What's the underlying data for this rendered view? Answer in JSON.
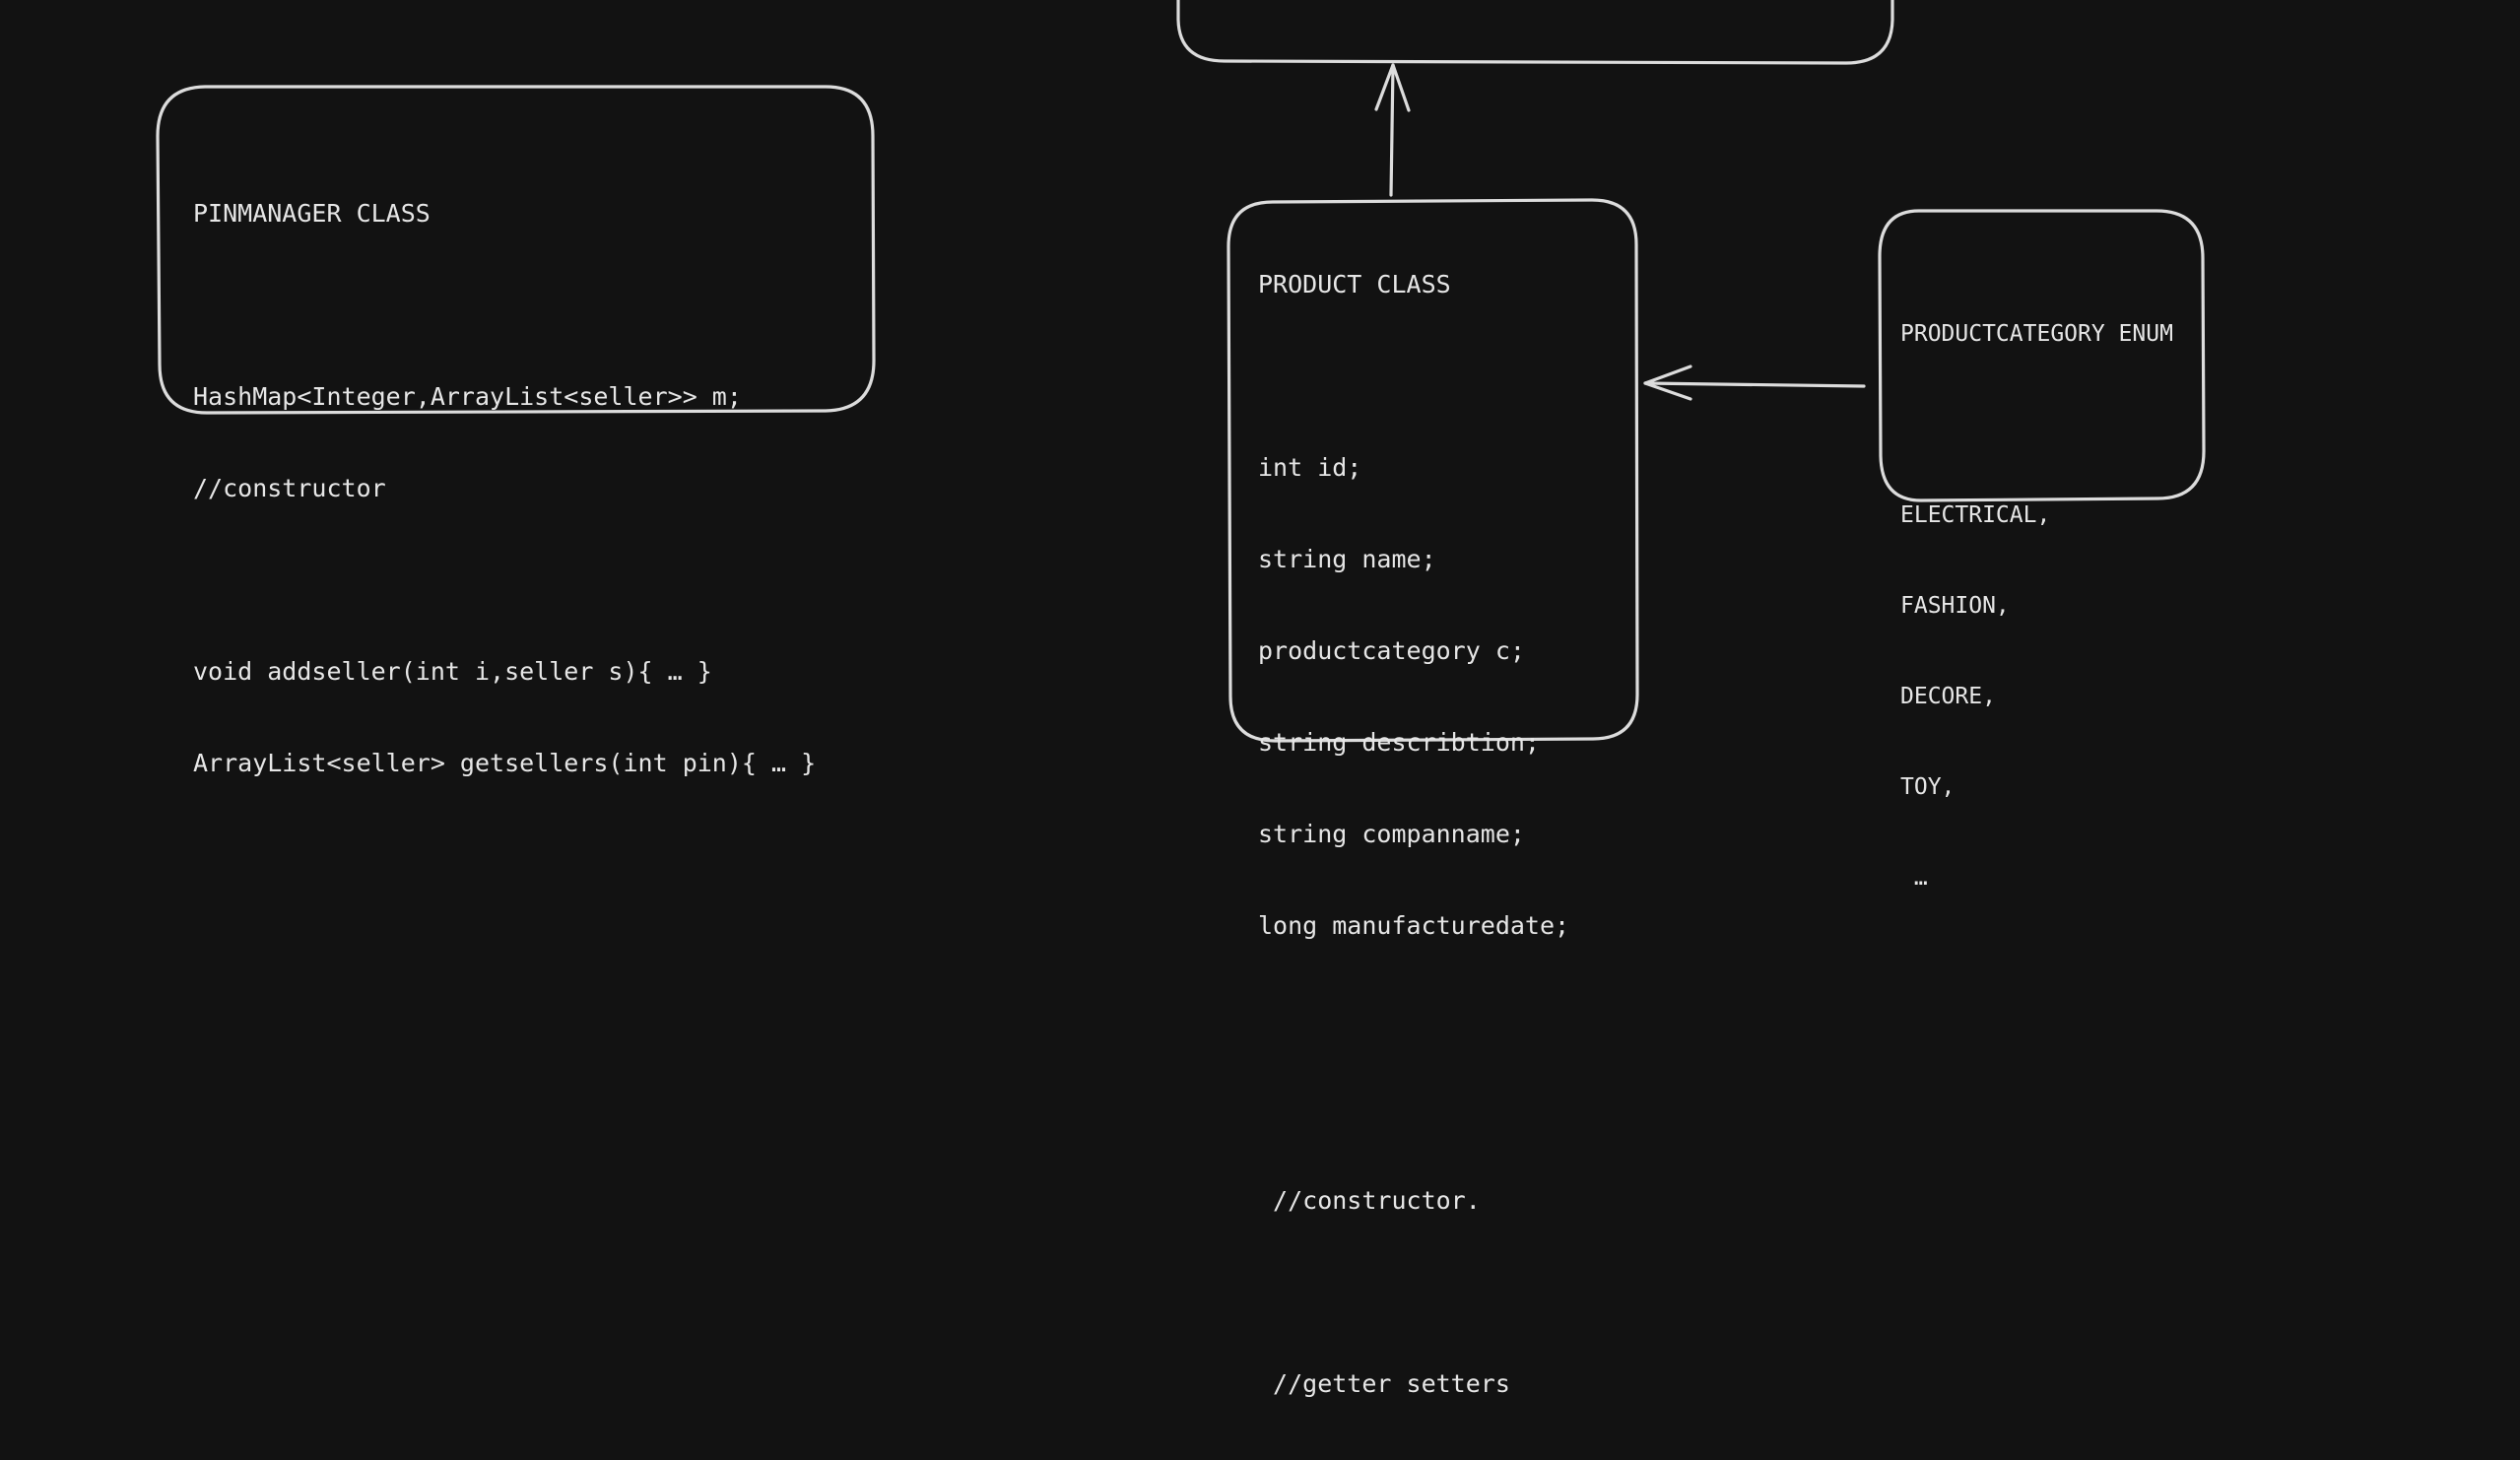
{
  "canvas": {
    "background": "#121212",
    "stroke_color": "#dcdcdc",
    "text_color": "#e6e6e6"
  },
  "boxes": {
    "pinmanager": {
      "lines": [
        "PINMANAGER CLASS",
        "",
        "HashMap<Integer,ArrayList<seller>> m;",
        "//constructor",
        "",
        "void addseller(int i,seller s){ … }",
        "ArrayList<seller> getsellers(int pin){ … }"
      ]
    },
    "product": {
      "lines": [
        "PRODUCT CLASS",
        "",
        "int id;",
        "string name;",
        "productcategory c;",
        "string describtion;",
        "string companname;",
        "long manufacturedate;",
        "",
        "",
        " //constructor.",
        "",
        " //getter setters"
      ]
    },
    "productcategory": {
      "lines": [
        "PRODUCTCATEGORY ENUM",
        "",
        "ELECTRICAL,",
        "FASHION,",
        "DECORE,",
        "TOY,",
        " …"
      ]
    }
  }
}
